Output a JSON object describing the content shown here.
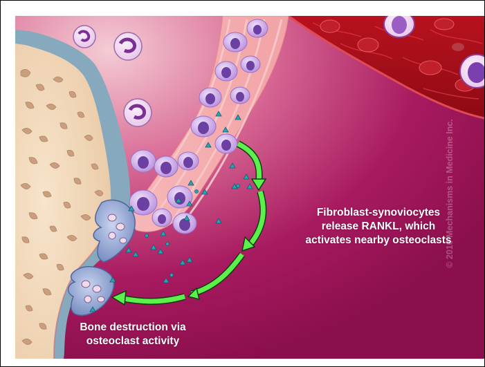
{
  "labels": {
    "rankl": [
      "Fibroblast-synoviocytes",
      "release RANKL, which",
      "activates nearby osteoclasts"
    ],
    "bone": [
      "Bone destruction via",
      "osteoclast activity"
    ]
  },
  "watermark": "© 2010 Mechanisms in Medicine Inc.",
  "colors": {
    "background_pink": "#f2c7cf",
    "background_magenta": "#9b1055",
    "bone": "#f4dcc0",
    "bone_pore": "#c89d7a",
    "periosteum": "#8fb6c6",
    "vessel": "#a80f1c",
    "arrow": "#5ef04a",
    "rankl": "#2aa3b6",
    "osteoclast": "#8ea4d2",
    "synoviocyte": "#c6a3e1"
  }
}
